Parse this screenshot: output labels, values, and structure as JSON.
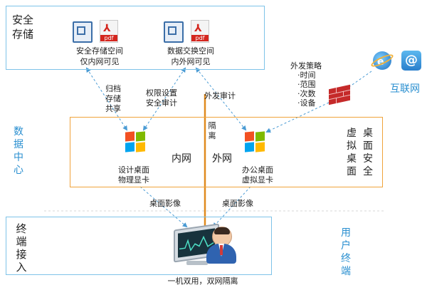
{
  "storage": {
    "section_label": "安全存储",
    "space1": {
      "line1": "安全存储空间",
      "line2": "仅内网可见"
    },
    "space2": {
      "line1": "数据交换空间",
      "line2": "内外网可见"
    },
    "pdf_text": "pdf"
  },
  "datacenter": {
    "label": "数据中心",
    "inner_net": "内网",
    "outer_net": "外网",
    "isolation": "隔离",
    "desktop1": {
      "line1": "设计桌面",
      "line2": "物理显卡"
    },
    "desktop2": {
      "line1": "办公桌面",
      "line2": "虚拟显卡"
    },
    "vd_label_col1": "虚拟桌面",
    "vd_label_col2": "桌面安全"
  },
  "annotations": {
    "archive": "归档存储共享",
    "perm": {
      "line1": "权限设置",
      "line2": "安全审计"
    },
    "outgoing_audit": "外发审计",
    "policy": {
      "title": "外发策略",
      "items": [
        "·时间",
        "·范围",
        "·次数",
        "·设备"
      ]
    },
    "image1": "桌面影像",
    "image2": "桌面影像"
  },
  "internet": {
    "label": "互联网",
    "mail_symbol": "@"
  },
  "terminal": {
    "label": "终端接入",
    "user_label": "用户终端",
    "caption": "一机双用，双网隔离"
  },
  "colors": {
    "blue_border": "#7ec3e8",
    "orange_border": "#f0a33b",
    "divider": "#e08a1e",
    "arrow": "#4a9bd4"
  }
}
